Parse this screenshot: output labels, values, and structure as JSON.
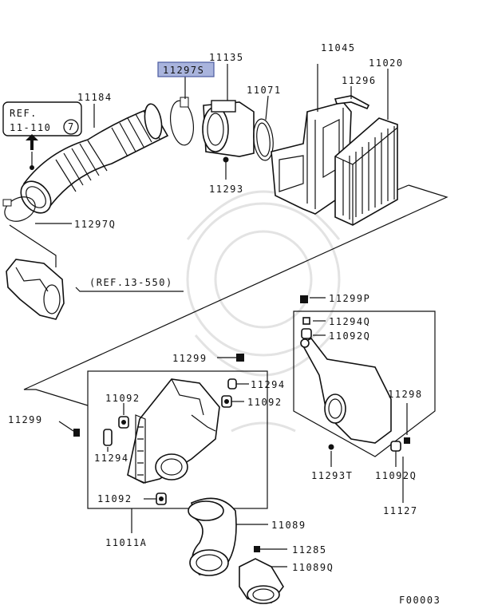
{
  "highlighted_part": "11297S",
  "labels": {
    "p11297S": "11297S",
    "p11135": "11135",
    "p11045": "11045",
    "p11020": "11020",
    "p11184": "11184",
    "p11071": "11071",
    "p11296": "11296",
    "p11293": "11293",
    "p11297Q": "11297Q",
    "ref_13_550": "(REF.13-550)",
    "p11299P": "11299P",
    "p11294Q": "11294Q",
    "p11092Q_top": "11092Q",
    "p11299_mid": "11299",
    "p11294_right": "11294",
    "p11092_right": "11092",
    "p11092_left": "11092",
    "p11299_left": "11299",
    "p11294_left": "11294",
    "p11298": "11298",
    "p11293T": "11293T",
    "p11092Q_bottom": "11092Q",
    "p11127": "11127",
    "p11092_bottom": "11092",
    "p11011A": "11011A",
    "p11089": "11089",
    "p11285": "11285",
    "p11089Q": "11089Q",
    "figure_code": "F00003"
  },
  "ref_box": {
    "line1": "REF.",
    "line2": "11-110",
    "circled": "7"
  },
  "colors": {
    "highlight_fill": "#a9b4dd",
    "highlight_border": "#4b5aa0",
    "ink": "#111111",
    "watermark": "#e3e3e3"
  }
}
